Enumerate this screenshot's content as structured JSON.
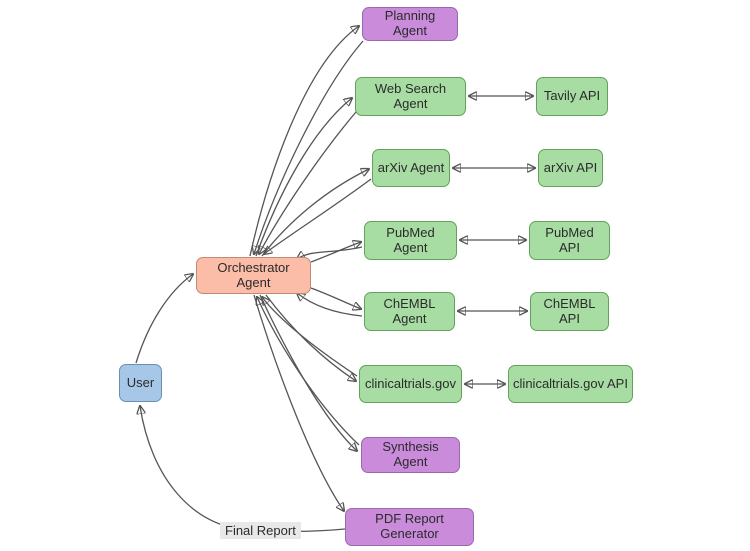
{
  "diagram": {
    "type": "flowchart",
    "direction": "left-to-right",
    "nodes": {
      "user": {
        "label": "User",
        "category": "user"
      },
      "orchestrator": {
        "label": "Orchestrator Agent",
        "category": "orchestrator"
      },
      "planning": {
        "label": "Planning Agent",
        "category": "support"
      },
      "web_search_agent": {
        "label": "Web Search Agent",
        "category": "subagent"
      },
      "tavily_api": {
        "label": "Tavily API",
        "category": "api"
      },
      "arxiv_agent": {
        "label": "arXiv Agent",
        "category": "subagent"
      },
      "arxiv_api": {
        "label": "arXiv API",
        "category": "api"
      },
      "pubmed_agent": {
        "label": "PubMed Agent",
        "category": "subagent"
      },
      "pubmed_api": {
        "label": "PubMed API",
        "category": "api"
      },
      "chembl_agent": {
        "label": "ChEMBL Agent",
        "category": "subagent"
      },
      "chembl_api": {
        "label": "ChEMBL API",
        "category": "api"
      },
      "clinicaltrials_agent": {
        "label": "clinicaltrials.gov",
        "category": "subagent"
      },
      "clinicaltrials_api": {
        "label": "clinicaltrials.gov API",
        "category": "api"
      },
      "synthesis_agent": {
        "label": "Synthesis Agent",
        "category": "support"
      },
      "pdf_report_generator": {
        "label": "PDF Report Generator",
        "category": "support"
      }
    },
    "edges": [
      {
        "from": "user",
        "to": "orchestrator",
        "style": "arrow"
      },
      {
        "from": "orchestrator",
        "to": "planning",
        "style": "bidirectional"
      },
      {
        "from": "orchestrator",
        "to": "web_search_agent",
        "style": "bidirectional"
      },
      {
        "from": "orchestrator",
        "to": "arxiv_agent",
        "style": "bidirectional"
      },
      {
        "from": "orchestrator",
        "to": "pubmed_agent",
        "style": "bidirectional"
      },
      {
        "from": "orchestrator",
        "to": "chembl_agent",
        "style": "bidirectional"
      },
      {
        "from": "orchestrator",
        "to": "clinicaltrials_agent",
        "style": "bidirectional"
      },
      {
        "from": "orchestrator",
        "to": "synthesis_agent",
        "style": "bidirectional"
      },
      {
        "from": "orchestrator",
        "to": "pdf_report_generator",
        "style": "arrow"
      },
      {
        "from": "web_search_agent",
        "to": "tavily_api",
        "style": "double-arrow"
      },
      {
        "from": "arxiv_agent",
        "to": "arxiv_api",
        "style": "double-arrow"
      },
      {
        "from": "pubmed_agent",
        "to": "pubmed_api",
        "style": "double-arrow"
      },
      {
        "from": "chembl_agent",
        "to": "chembl_api",
        "style": "double-arrow"
      },
      {
        "from": "clinicaltrials_agent",
        "to": "clinicaltrials_api",
        "style": "double-arrow"
      },
      {
        "from": "pdf_report_generator",
        "to": "user",
        "style": "arrow",
        "label": "Final Report"
      }
    ],
    "colors": {
      "background": "#ffffff",
      "user_fill": "#a6c7e7",
      "orchestrator_fill": "#fbbca8",
      "agent_fill": "#a7dca2",
      "support_fill": "#c98bda",
      "edge_stroke": "#555555",
      "edge_label_bg": "#e8e8e8",
      "text": "#2b2b2b"
    }
  }
}
